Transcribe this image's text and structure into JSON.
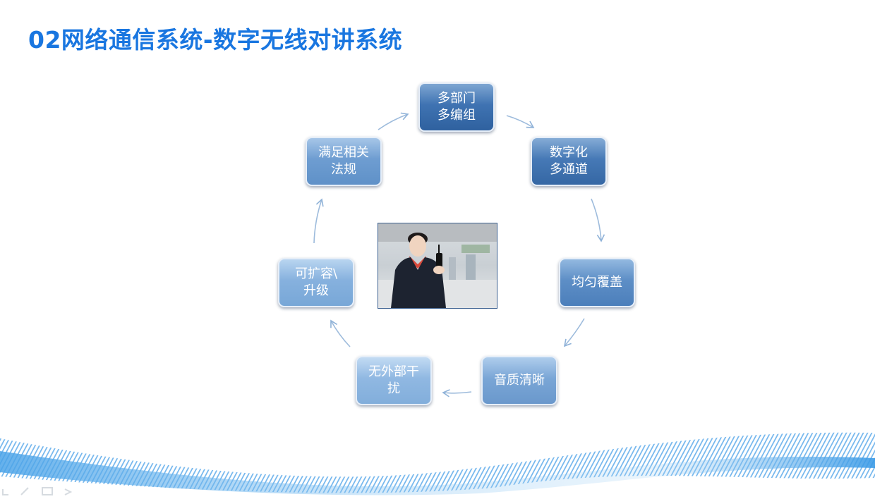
{
  "slide": {
    "title": "02网络通信系统-数字无线对讲系统"
  },
  "cycle": {
    "nodes": [
      {
        "id": "n1",
        "label": "多部门\n多编组"
      },
      {
        "id": "n2",
        "label": "数字化\n多通道"
      },
      {
        "id": "n3",
        "label": "均匀覆盖"
      },
      {
        "id": "n4",
        "label": "音质清晰"
      },
      {
        "id": "n5",
        "label": "无外部干\n扰"
      },
      {
        "id": "n6",
        "label": "可扩容\\\n升级"
      },
      {
        "id": "n7",
        "label": "满足相关\n法规"
      }
    ],
    "arrow_color": "#8fb2d8",
    "center_image": "woman-with-walkie-talkie-photo"
  },
  "colors": {
    "title": "#1976e0",
    "node_dark": "#2f619f",
    "node_light": "#90b8e2",
    "wave": "#4aa3e8"
  }
}
